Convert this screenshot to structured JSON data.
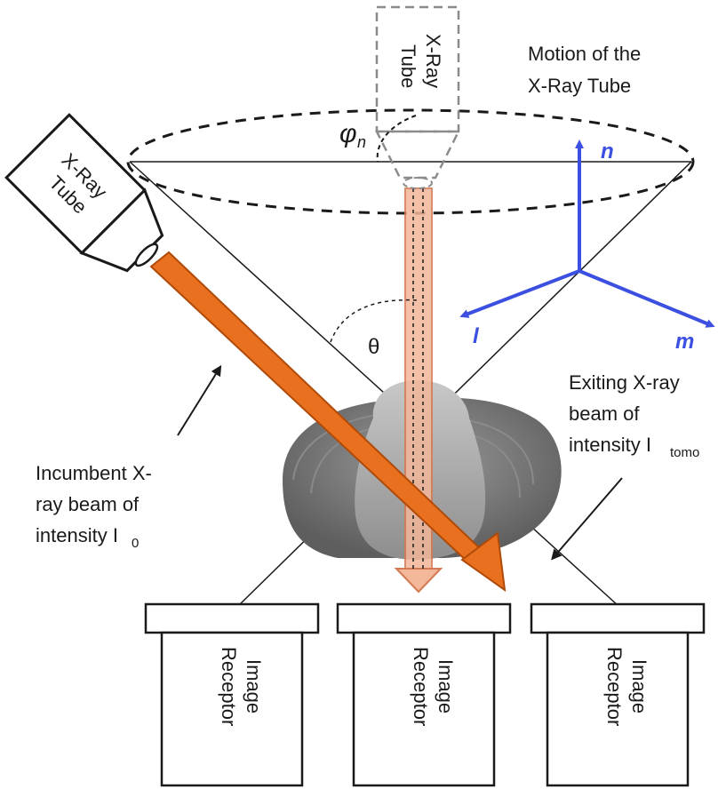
{
  "labels": {
    "tube_tilted": [
      "X-Ray",
      "Tube"
    ],
    "tube_top": [
      "X-Ray",
      "Tube"
    ],
    "motion": [
      "Motion of the",
      "X-Ray Tube"
    ],
    "phi_symbol": "φ",
    "phi_sub": "n",
    "theta": "θ",
    "incumbent": [
      "Incumbent X-",
      "ray beam of",
      "intensity I"
    ],
    "incumbent_sub": "0",
    "exiting": [
      "Exiting X-ray",
      "beam of",
      "intensity I"
    ],
    "exiting_sub": "tomo",
    "receptor": [
      "Image",
      "Receptor"
    ]
  },
  "axes": {
    "n": "n",
    "l": "l",
    "m": "m",
    "color": "#3b4fe0"
  },
  "colors": {
    "beam_main": "#e8701e",
    "beam_main_edge": "#b04a08",
    "beam_top": "#f3b79a",
    "beam_top_edge": "#d47a52",
    "tissue_outer": "#6f6f6f",
    "tissue_inner": "#a9a9a9",
    "line": "#1a1a1a",
    "dashed_tube": "#8c8c8c"
  }
}
